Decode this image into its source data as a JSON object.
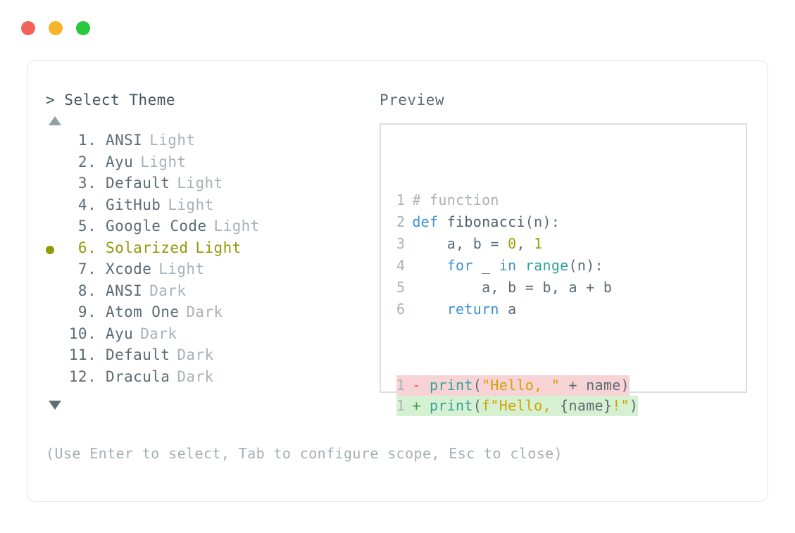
{
  "window": {
    "dots": [
      {
        "name": "close",
        "color": "#f5615c"
      },
      {
        "name": "minimize",
        "color": "#f7b32b"
      },
      {
        "name": "maximize",
        "color": "#28c840"
      }
    ]
  },
  "prompt": {
    "caret": ">",
    "title": "Select Theme"
  },
  "scroll": {
    "up_icon": "triangle-up",
    "down_icon": "triangle-down"
  },
  "themes": {
    "selected_index": 6,
    "selection_color": "#919a08",
    "items": [
      {
        "index": "1.",
        "name": "ANSI",
        "variant": "Light"
      },
      {
        "index": "2.",
        "name": "Ayu",
        "variant": "Light"
      },
      {
        "index": "3.",
        "name": "Default",
        "variant": "Light"
      },
      {
        "index": "4.",
        "name": "GitHub",
        "variant": "Light"
      },
      {
        "index": "5.",
        "name": "Google Code",
        "variant": "Light"
      },
      {
        "index": "6.",
        "name": "Solarized",
        "variant": "Light"
      },
      {
        "index": "7.",
        "name": "Xcode",
        "variant": "Light"
      },
      {
        "index": "8.",
        "name": "ANSI",
        "variant": "Dark"
      },
      {
        "index": "9.",
        "name": "Atom One",
        "variant": "Dark"
      },
      {
        "index": "10.",
        "name": "Ayu",
        "variant": "Dark"
      },
      {
        "index": "11.",
        "name": "Default",
        "variant": "Dark"
      },
      {
        "index": "12.",
        "name": "Dracula",
        "variant": "Dark"
      }
    ]
  },
  "hint": {
    "text": "(Use Enter to select, Tab to configure scope, Esc to close)"
  },
  "preview": {
    "label": "Preview",
    "code_lines": [
      {
        "n": "1",
        "tokens": [
          {
            "t": "# function",
            "c": "tok-comment"
          }
        ]
      },
      {
        "n": "2",
        "tokens": [
          {
            "t": "def ",
            "c": "tok-kw"
          },
          {
            "t": "fibonacci",
            "c": "tok-fn"
          },
          {
            "t": "(n):",
            "c": "tok-plain"
          }
        ]
      },
      {
        "n": "3",
        "tokens": [
          {
            "t": "    a, b = ",
            "c": "tok-plain"
          },
          {
            "t": "0",
            "c": "tok-num"
          },
          {
            "t": ", ",
            "c": "tok-plain"
          },
          {
            "t": "1",
            "c": "tok-num"
          }
        ]
      },
      {
        "n": "4",
        "tokens": [
          {
            "t": "    ",
            "c": "tok-plain"
          },
          {
            "t": "for",
            "c": "tok-kw"
          },
          {
            "t": " _ ",
            "c": "tok-plain"
          },
          {
            "t": "in",
            "c": "tok-kw"
          },
          {
            "t": " ",
            "c": "tok-plain"
          },
          {
            "t": "range",
            "c": "tok-builtin"
          },
          {
            "t": "(n):",
            "c": "tok-plain"
          }
        ]
      },
      {
        "n": "5",
        "tokens": [
          {
            "t": "        a, b = b, a + b",
            "c": "tok-plain"
          }
        ]
      },
      {
        "n": "6",
        "tokens": [
          {
            "t": "    ",
            "c": "tok-plain"
          },
          {
            "t": "return",
            "c": "tok-kw"
          },
          {
            "t": " a",
            "c": "tok-plain"
          }
        ]
      }
    ],
    "diff_lines": [
      {
        "n": "1",
        "kind": "deletion",
        "marker": "-",
        "bg": "#f7d3d6",
        "tokens": [
          {
            "t": "print",
            "c": "tok-builtin"
          },
          {
            "t": "(",
            "c": "tok-plain"
          },
          {
            "t": "\"Hello, \"",
            "c": "tok-str"
          },
          {
            "t": " + name)",
            "c": "tok-plain"
          }
        ]
      },
      {
        "n": "1",
        "kind": "addition",
        "marker": "+",
        "bg": "#d6f0d2",
        "tokens": [
          {
            "t": "print",
            "c": "tok-builtin"
          },
          {
            "t": "(",
            "c": "tok-plain"
          },
          {
            "t": "f\"Hello, ",
            "c": "tok-str"
          },
          {
            "t": "{name}",
            "c": "tok-plain"
          },
          {
            "t": "!\"",
            "c": "tok-str"
          },
          {
            "t": ")",
            "c": "tok-plain"
          }
        ]
      }
    ]
  }
}
